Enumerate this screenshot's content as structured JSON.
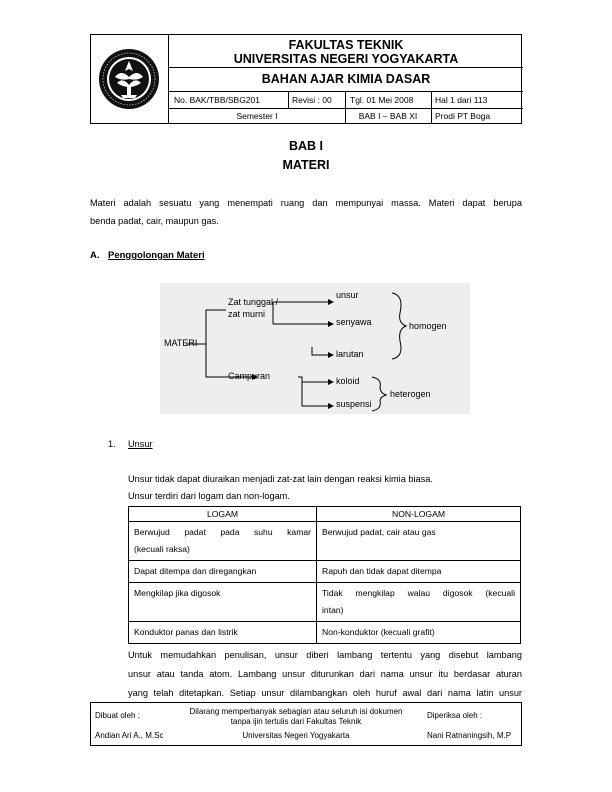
{
  "header": {
    "faculty": "FAKULTAS TEKNIK",
    "university": "UNIVERSITAS NEGERI YOGYAKARTA",
    "doc_title": "BAHAN AJAR KIMIA DASAR",
    "doc_no": "No. BAK/TBB/SBG201",
    "revision": "Revisi : 00",
    "date": "Tgl. 01 Mei 2008",
    "page": "Hal 1 dari 113",
    "semester": "Semester I",
    "chapter_range": "BAB I – BAB XI",
    "program": "Prodi PT Boga"
  },
  "chapter": {
    "number": "BAB I",
    "title": "MATERI"
  },
  "intro": {
    "line1": "Materi adalah sesuatu yang menempati ruang dan mempunyai massa. Materi dapat berupa",
    "line2": "benda padat, cair, maupun gas."
  },
  "section_a": {
    "marker": "A.",
    "title": "Penggolongan Materi"
  },
  "diagram": {
    "root": "MATERI",
    "branch1_line1": "Zat tunggal /",
    "branch1_line2": "zat murni",
    "branch2": "Campuran",
    "leaf1": "unsur",
    "leaf2": "senyawa",
    "leaf3": "larutan",
    "leaf4": "koloid",
    "leaf5": "suspensi",
    "group1": "homogen",
    "group2": "heterogen"
  },
  "subsection_1": {
    "number": "1.",
    "title": "Unsur",
    "line1": "Unsur tidak dapat diuraikan menjadi zat-zat lain dengan reaksi kimia biasa.",
    "line2": "Unsur terdiri dari logam dan non-logam."
  },
  "table": {
    "headers": [
      "LOGAM",
      "NON-LOGAM"
    ],
    "rows": [
      {
        "logam_1": "Berwujud padat pada suhu kamar",
        "logam_2": "(kecuali raksa)",
        "non_logam_1": "Berwujud padat, cair atau gas",
        "non_logam_2": ""
      },
      {
        "logam_1": "Dapat ditempa dan diregangkan",
        "logam_2": "",
        "non_logam_1": "Rapuh dan tidak dapat ditempa",
        "non_logam_2": ""
      },
      {
        "logam_1": "Mengkilap jika digosok",
        "logam_2": "",
        "non_logam_1": "Tidak mengkilap walau digosok (kecuali",
        "non_logam_2": "intan)"
      },
      {
        "logam_1": "Konduktor panas dan listrik",
        "logam_2": "",
        "non_logam_1": "Non-konduktor (kecuali grafit)",
        "non_logam_2": ""
      }
    ]
  },
  "closing": {
    "line1": "Untuk memudahkan penulisan, unsur diberi lambang tertentu yang disebut lambang",
    "line2": "unsur atau tanda atom. Lambang unsur diturunkan dari nama unsur itu berdasar aturan",
    "line3": "yang telah ditetapkan. Setiap unsur dilambangkan oleh huruf awal dari nama latin unsur"
  },
  "footer": {
    "made_by_label": "Dibuat oleh :",
    "made_by_name": "Andian Ari A., M.Sc",
    "notice_line1": "Dilarang memperbanyak sebagian atau seluruh isi dokumen",
    "notice_line2": "tanpa ijin tertulis dari Fakultas Teknik",
    "notice_line3": "Universitas Negeri Yogyakarta",
    "checked_by_label": "Diperiksa oleh :",
    "checked_by_name": "Nani Ratnaningsih, M.P"
  }
}
